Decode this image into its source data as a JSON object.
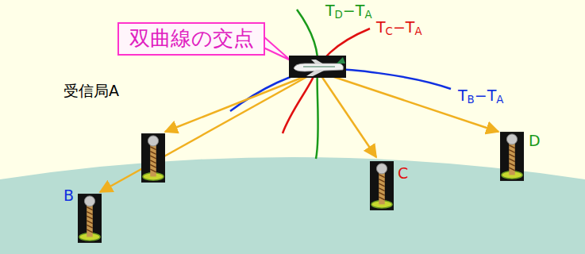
{
  "diagram": {
    "nodes": [
      {
        "text": [
          "双曲線の交点"
        ]
      }
    ],
    "labels": [
      "TD−TA",
      "TC−TA",
      "TB−TA",
      "受信局A",
      "B",
      "C",
      "D"
    ]
  }
}
